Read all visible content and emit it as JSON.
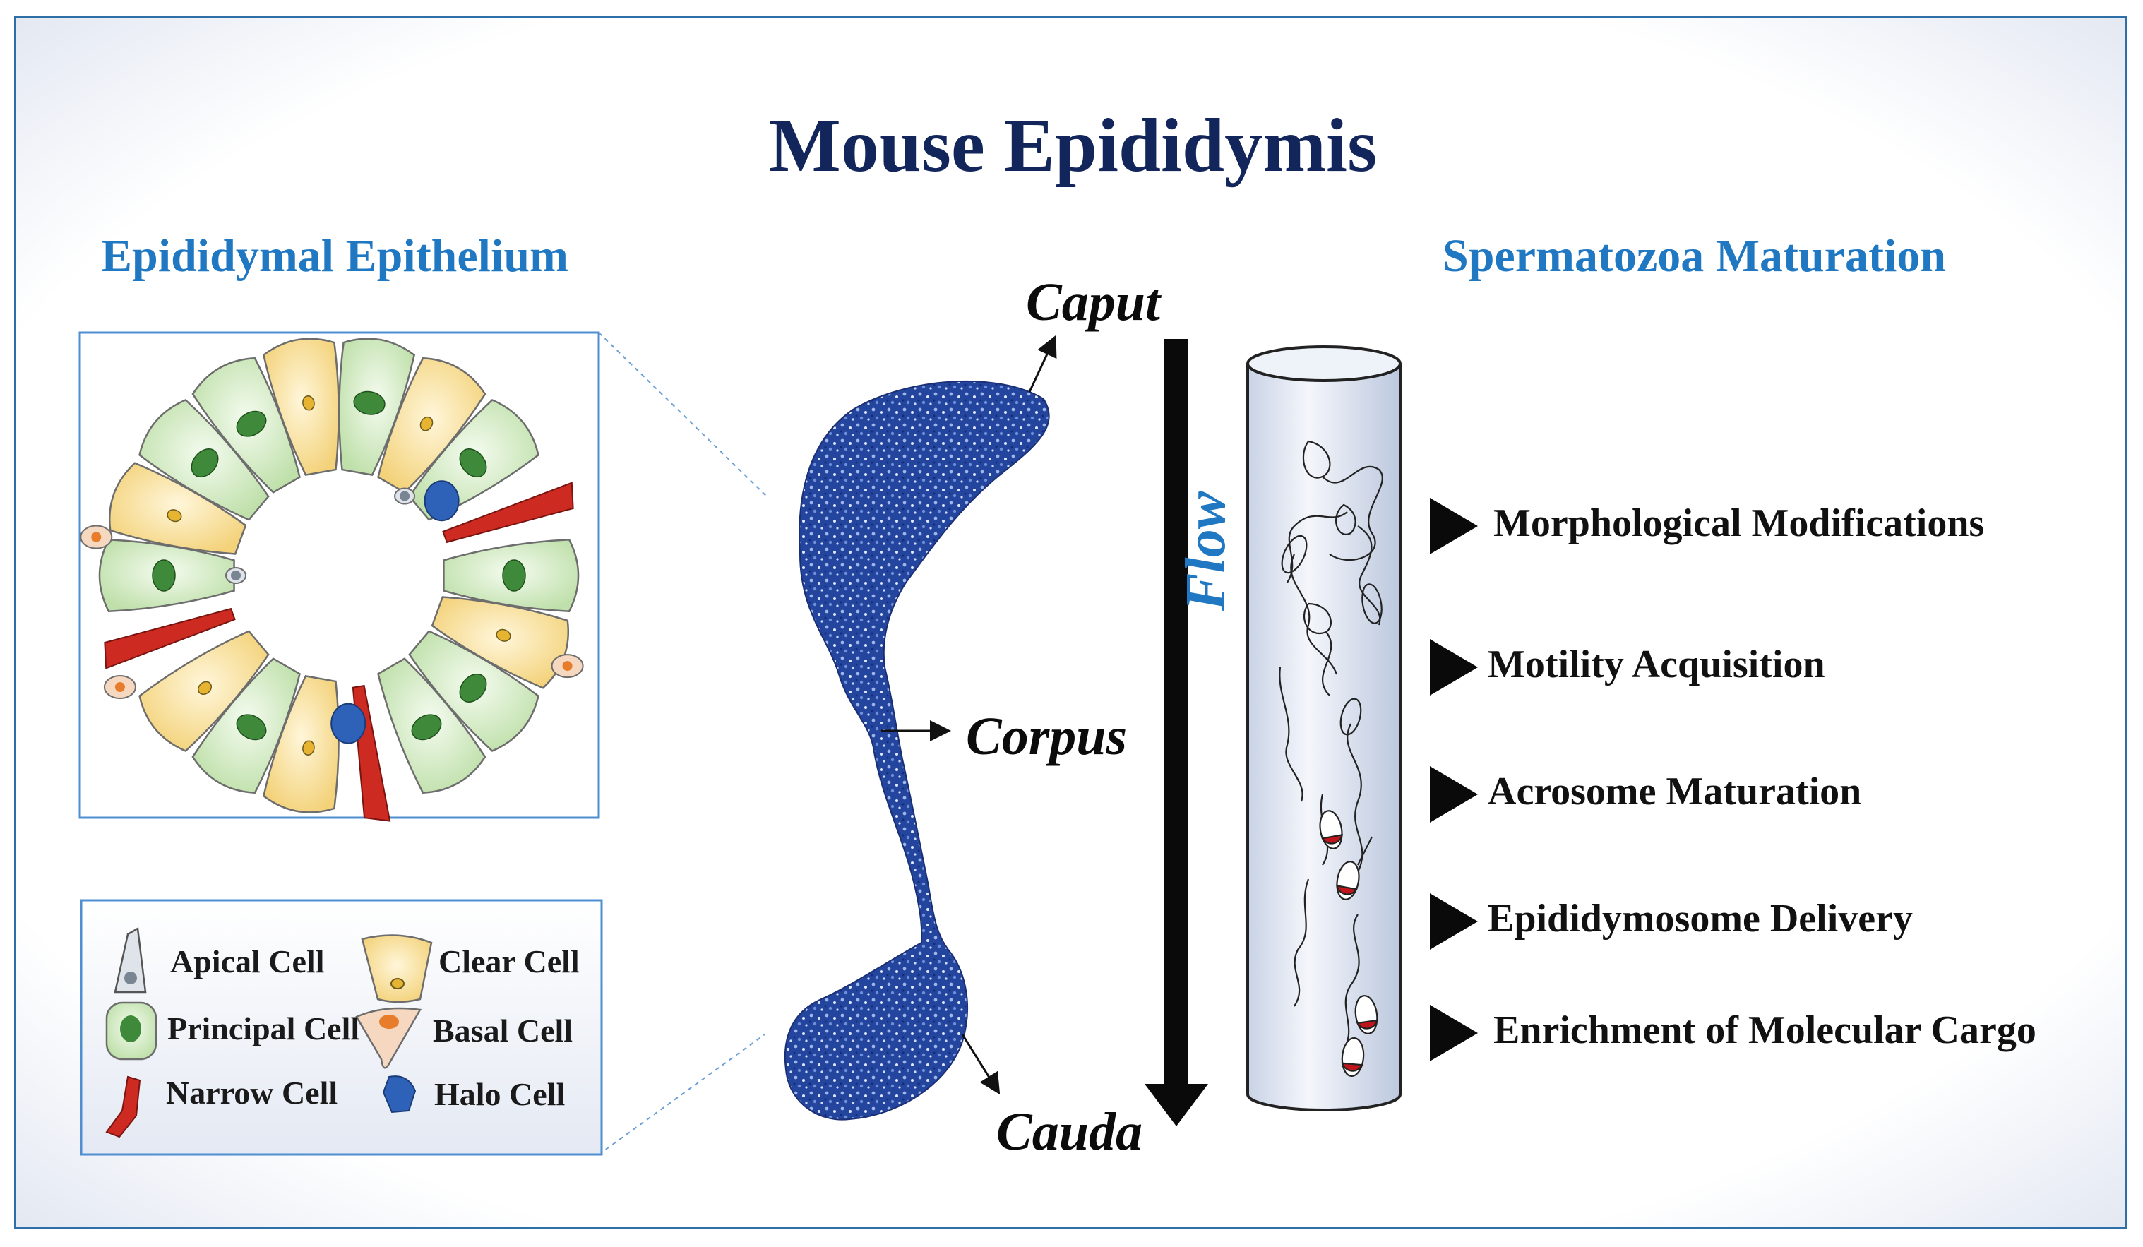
{
  "title": "Mouse Epididymis",
  "left_heading": "Epididymal Epithelium",
  "right_heading": "Spermatozoa Maturation",
  "regions": {
    "caput": "Caput",
    "corpus": "Corpus",
    "cauda": "Cauda"
  },
  "flow_label": "Flow",
  "maturation_steps": [
    "Morphological Modifications",
    "Motility Acquisition",
    "Acrosome Maturation",
    "Epididymosome Delivery",
    "Enrichment of Molecular Cargo"
  ],
  "legend": [
    {
      "label": "Apical Cell",
      "icon": "apical-cell-icon",
      "color": "#cfd6df"
    },
    {
      "label": "Clear Cell",
      "icon": "clear-cell-icon",
      "color": "#f7dc8e"
    },
    {
      "label": "Principal Cell",
      "icon": "principal-cell-icon",
      "color": "#d7ecc9"
    },
    {
      "label": "Basal Cell",
      "icon": "basal-cell-icon",
      "color": "#f2b48c"
    },
    {
      "label": "Narrow Cell",
      "icon": "narrow-cell-icon",
      "color": "#c8241f"
    },
    {
      "label": "Halo Cell",
      "icon": "halo-cell-icon",
      "color": "#2d62b8"
    }
  ],
  "colors": {
    "title": "#13265c",
    "heading": "#1f78c1",
    "epididymis": "#24459e",
    "frame": "#2f6fa8"
  }
}
